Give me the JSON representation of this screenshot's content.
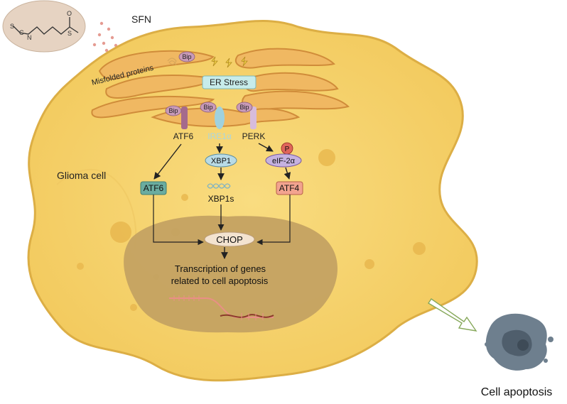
{
  "molecule": {
    "name": "SFN",
    "atoms": {
      "s1": "S",
      "c": "C",
      "n": "N",
      "s2": "S",
      "o": "O"
    }
  },
  "er": {
    "misfolded": "Misfolded proteins",
    "stress": "ER Stress",
    "bip": "Bip"
  },
  "cell_label": "Glioma cell",
  "sensors": {
    "atf6": "ATF6",
    "ire1": "IRE1α",
    "perk": "PERK"
  },
  "pathway": {
    "atf6_box": "ATF6",
    "xbp1": "XBP1",
    "xbp1s": "XBP1s",
    "phospho": "P",
    "eif2a": "eIF-2α",
    "atf4": "ATF4",
    "chop": "CHOP"
  },
  "transcription": {
    "line1": "Transcription of genes",
    "line2": "related to cell apoptosis"
  },
  "outcome": "Cell apoptosis",
  "colors": {
    "cytoplasm": "#f7d46e",
    "cytoplasm_edge": "#dcae45",
    "nucleus": "#c4a262",
    "er": "#f0b862",
    "er_edge": "#d08c3a",
    "bip": "#c89ab8",
    "atf6_box": "#6aaca0",
    "atf4_box": "#f2a38f",
    "eif2a": "#c5b2e0",
    "xbp1": "#b9dbe6",
    "chop": "#f3e3d0",
    "apoptotic_cell": "#6e7f8e"
  }
}
